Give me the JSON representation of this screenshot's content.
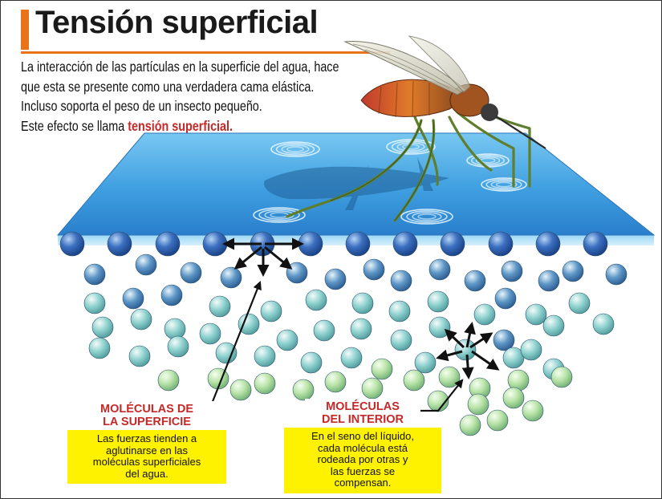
{
  "title": "Tensión superficial",
  "intro": {
    "lines": [
      "La interacción  de las partículas en la superficie  del agua, hace",
      "que esta se presente como una verdadera cama elástica.",
      "Incluso soporta el peso de un insecto pequeño."
    ],
    "last_line_prefix": "Este efecto  se llama ",
    "highlight": "tensión superficial."
  },
  "labels": {
    "surface": {
      "heading_lines": [
        "MOLÉCULAS DE",
        "LA SUPERFICIE"
      ],
      "body_lines": [
        "Las fuerzas tienden a",
        "aglutinarse en las",
        "moléculas superficiales",
        "del agua."
      ]
    },
    "interior": {
      "heading_lines": [
        "MOLÉCULAS",
        "DEL INTERIOR"
      ],
      "body_lines": [
        "En el seno del líquido,",
        "cada molécula está",
        "rodeada por otras y",
        "las fuerzas se",
        "compensan."
      ]
    }
  },
  "colors": {
    "accent": "#e8731a",
    "highlight_text": "#c62828",
    "label_background": "#fff200",
    "water_surface": "#3c9fe0",
    "surface_molecule": "#2d5fae",
    "interior_molecule": "#8ccfd1"
  },
  "icons": [
    "mosquito-icon",
    "water-ripple-icon",
    "force-arrow-icon",
    "molecule-icon"
  ]
}
